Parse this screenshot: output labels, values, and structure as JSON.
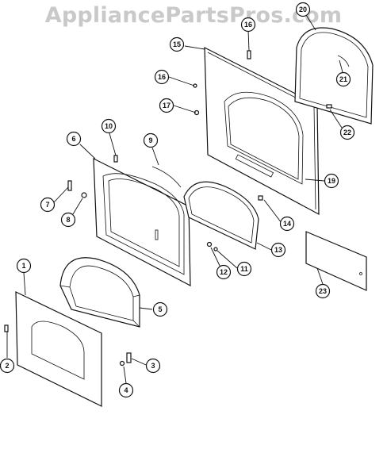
{
  "watermark": "AppliancePartsPros.com",
  "callouts": [
    {
      "label": "1",
      "name": "callout-1"
    },
    {
      "label": "2",
      "name": "callout-2"
    },
    {
      "label": "3",
      "name": "callout-3"
    },
    {
      "label": "4",
      "name": "callout-4"
    },
    {
      "label": "5",
      "name": "callout-5"
    },
    {
      "label": "6",
      "name": "callout-6"
    },
    {
      "label": "7",
      "name": "callout-7"
    },
    {
      "label": "8",
      "name": "callout-8"
    },
    {
      "label": "9",
      "name": "callout-9"
    },
    {
      "label": "10",
      "name": "callout-10"
    },
    {
      "label": "11",
      "name": "callout-11"
    },
    {
      "label": "12",
      "name": "callout-12"
    },
    {
      "label": "13",
      "name": "callout-13"
    },
    {
      "label": "14",
      "name": "callout-14"
    },
    {
      "label": "15",
      "name": "callout-15"
    },
    {
      "label": "16",
      "name": "callout-16-top"
    },
    {
      "label": "16",
      "name": "callout-16-left"
    },
    {
      "label": "17",
      "name": "callout-17"
    },
    {
      "label": "19",
      "name": "callout-19"
    },
    {
      "label": "20",
      "name": "callout-20"
    },
    {
      "label": "21",
      "name": "callout-21"
    },
    {
      "label": "22",
      "name": "callout-22"
    },
    {
      "label": "23",
      "name": "callout-23"
    }
  ]
}
